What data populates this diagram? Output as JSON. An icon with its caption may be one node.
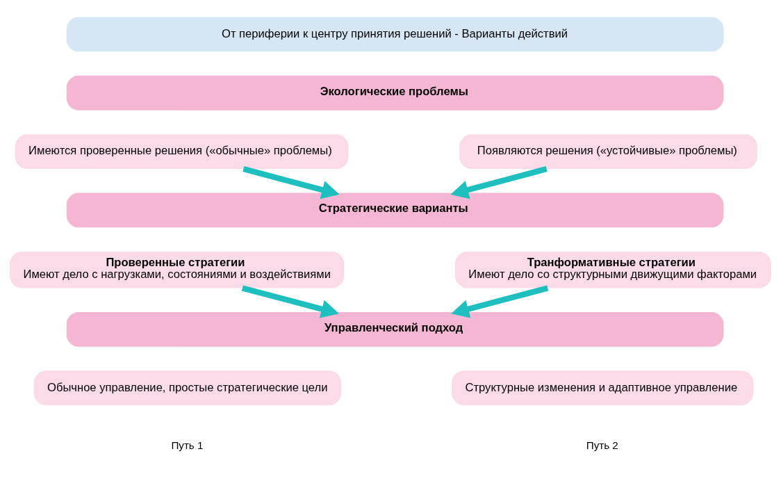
{
  "diagram": {
    "nodes": [
      {
        "text": [
          "От периферии к центру принятия решений - Варианты действий"
        ]
      },
      {
        "text": [
          "Экологические проблемы"
        ]
      },
      {
        "text": [
          "Имеются проверенные решения («обычные» проблемы)"
        ]
      },
      {
        "text": [
          "Появляются решения («устойчивые» проблемы)"
        ]
      },
      {
        "text": [
          "Стратегические варианты"
        ]
      },
      {
        "text": [
          "Проверенные стратегии",
          "Имеют дело с нагрузками, состояниями и воздействиями"
        ]
      },
      {
        "text": [
          "Транформативные стратегии",
          "Имеют дело со структурными движущими факторами"
        ]
      },
      {
        "text": [
          "Управленческий подход"
        ]
      },
      {
        "text": [
          "Обычное управление, простые стратегические цели"
        ]
      },
      {
        "text": [
          "Структурные изменения и адаптивное управление"
        ]
      }
    ],
    "edges": [
      {
        "from": 2,
        "to": 4,
        "arrow": "to"
      },
      {
        "from": 3,
        "to": 4,
        "arrow": "to"
      },
      {
        "from": 5,
        "to": 7,
        "arrow": "to"
      },
      {
        "from": 6,
        "to": 7,
        "arrow": "to"
      }
    ],
    "labels": [
      "Путь 1",
      "Путь 2"
    ]
  }
}
